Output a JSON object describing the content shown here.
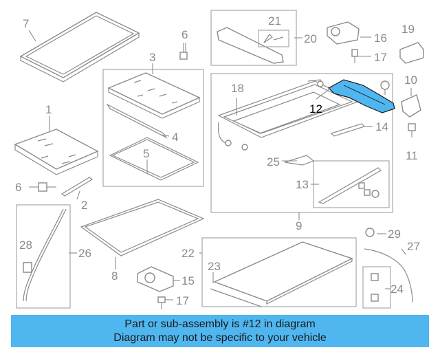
{
  "labels": {
    "p1": "1",
    "p2": "2",
    "p3": "3",
    "p4": "4",
    "p5": "5",
    "p6a": "6",
    "p6b": "6",
    "p7": "7",
    "p8": "8",
    "p9": "9",
    "p10": "10",
    "p11": "11",
    "p12": "12",
    "p13": "13",
    "p14": "14",
    "p15": "15",
    "p16": "16",
    "p17a": "17",
    "p17b": "17",
    "p18": "18",
    "p19": "19",
    "p20": "20",
    "p21": "21",
    "p22": "22",
    "p23": "23",
    "p24": "24",
    "p25": "25",
    "p26": "26",
    "p27": "27",
    "p28": "28",
    "p29": "29"
  },
  "highlight_part": "12",
  "colors": {
    "highlight": "#4fb6ef",
    "line": "#8a8a8a",
    "banner": "#4fb6ef"
  },
  "banner": {
    "line1": "Part or sub-assembly is #12 in diagram",
    "line2": "Diagram may not be specific to your vehicle"
  }
}
